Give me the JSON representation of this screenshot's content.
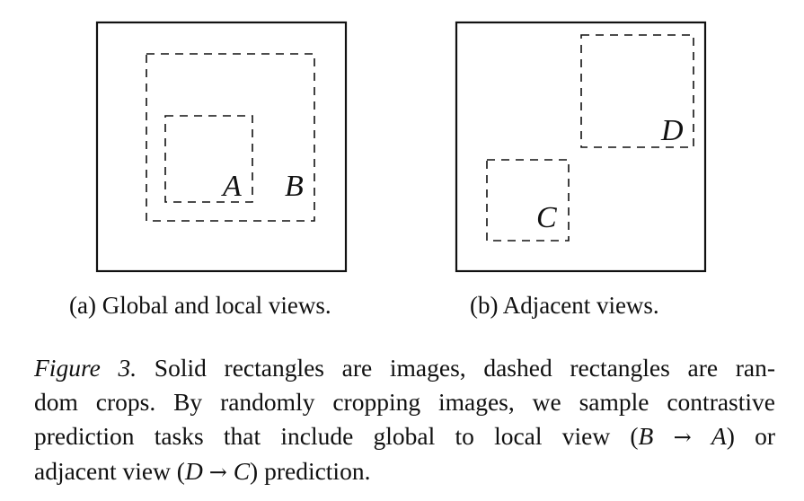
{
  "panels": [
    {
      "subcaption": "(a) Global and local views.",
      "crops": [
        {
          "label": "A"
        },
        {
          "label": "B"
        }
      ]
    },
    {
      "subcaption": "(b) Adjacent views.",
      "crops": [
        {
          "label": "D"
        },
        {
          "label": "C"
        }
      ]
    }
  ],
  "caption": {
    "figure_label": "Figure 3.",
    "line1_rest": "Solid rectangles are images, dashed rectangles are ran-",
    "line2": "dom crops. By randomly cropping images, we sample contrastive",
    "line3_pre": "prediction tasks that include global to local view (",
    "line3_b": "B",
    "arrow": "→",
    "line3_a": "A",
    "line3_post": ") or",
    "line4_pre": "adjacent view (",
    "line4_d": "D",
    "line4_c": "C",
    "line4_post": ") prediction."
  }
}
